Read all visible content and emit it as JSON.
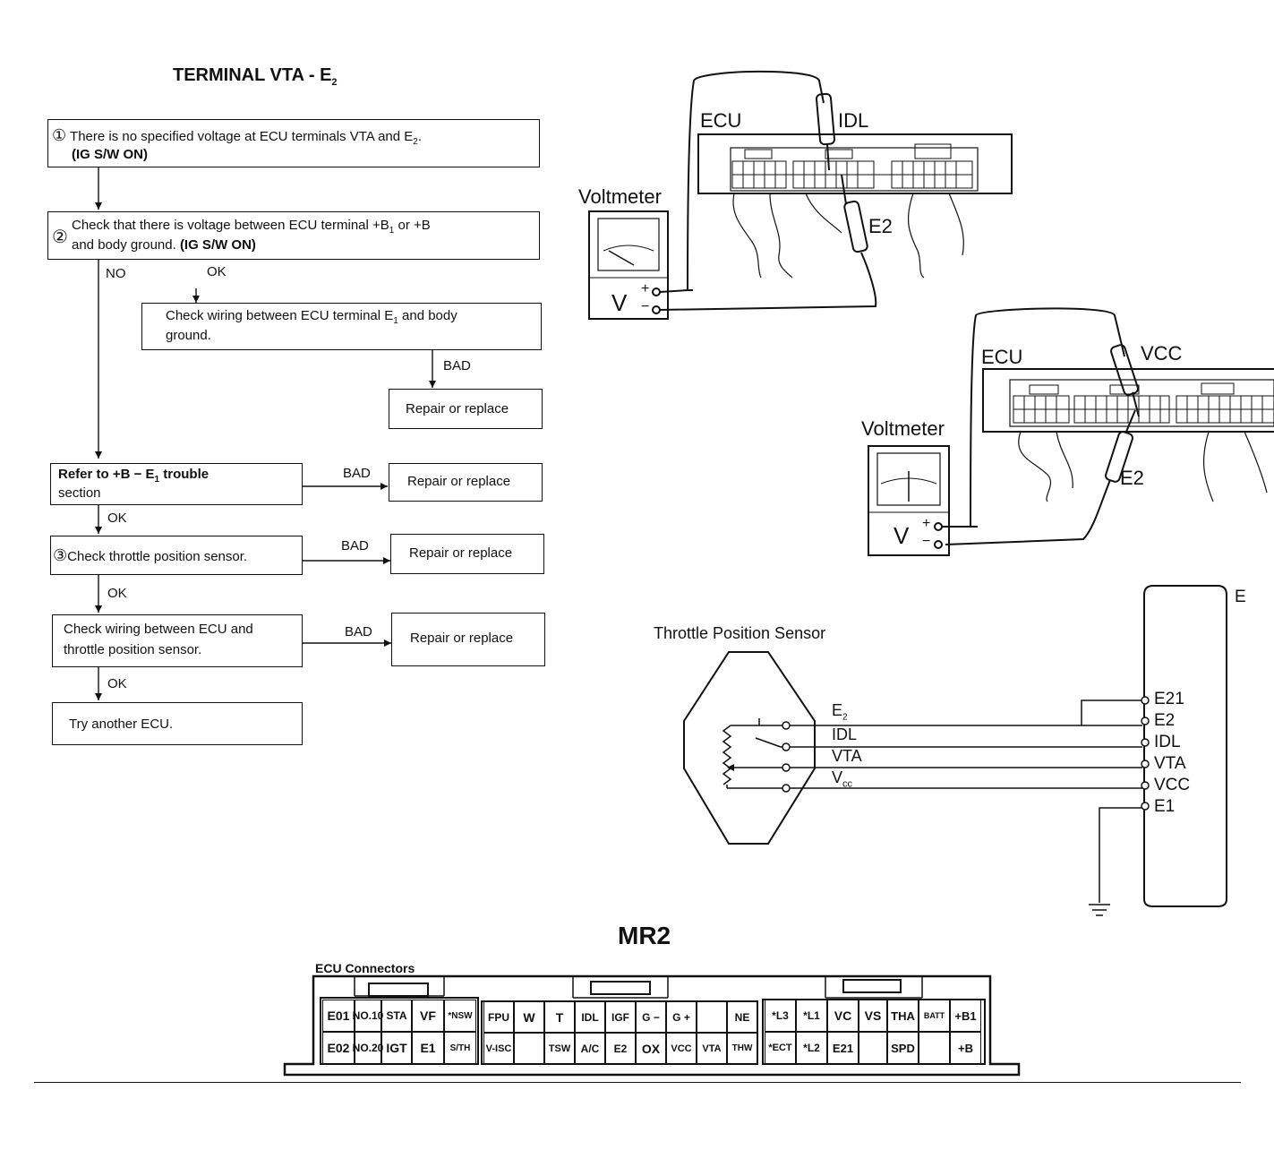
{
  "title": {
    "main": "TERMINAL VTA - E",
    "sub": "2"
  },
  "flow": {
    "step1": {
      "num": "①",
      "text": "There is no specified voltage at ECU terminals VTA and E",
      "sub": "2",
      "end": ".",
      "cond": "(IG S/W ON)"
    },
    "step2": {
      "num": "②",
      "line1": "Check that there is voltage between ECU terminal +B",
      "sub": "1",
      "line1b": " or +B",
      "line2": "and body ground.",
      "cond": "(IG S/W ON)"
    },
    "no_label": "NO",
    "ok_label": "OK",
    "bad_label": "BAD",
    "check_e1": {
      "line1": "Check wiring between ECU terminal E",
      "sub": "1",
      "line1b": " and body",
      "line2": "ground."
    },
    "repair": "Repair or replace",
    "refer": {
      "line1": "Refer to +B − E",
      "sub": "1",
      "line1b": " trouble",
      "line2": "section"
    },
    "step3": {
      "num": "③",
      "text": "Check throttle position sensor."
    },
    "check_wiring": {
      "line1": "Check wiring between ECU and",
      "line2": "throttle position sensor."
    },
    "try_ecu": "Try another ECU."
  },
  "meter1": {
    "ecu": "ECU",
    "probe_top": "IDL",
    "probe_bottom": "E2",
    "voltmeter": "Voltmeter",
    "v": "V",
    "plus": "+",
    "minus": "−"
  },
  "meter2": {
    "ecu": "ECU",
    "probe_top": "VCC",
    "probe_bottom": "E2",
    "voltmeter": "Voltmeter",
    "v": "V",
    "plus": "+",
    "minus": "−"
  },
  "schematic": {
    "sensor_label": "Throttle Position Sensor",
    "wires": [
      {
        "label": "E",
        "sub": "2"
      },
      {
        "label": "IDL",
        "sub": ""
      },
      {
        "label": "VTA",
        "sub": ""
      },
      {
        "label": "V",
        "sub": "cc"
      }
    ],
    "ecu_terminals": [
      "E21",
      "E2",
      "IDL",
      "VTA",
      "VCC",
      "E1"
    ],
    "ecu_edge": "E"
  },
  "connector": {
    "model": "MR2",
    "label": "ECU Connectors",
    "left_top": [
      "E01",
      "NO.10",
      "STA",
      "VF",
      "*NSW"
    ],
    "left_bottom": [
      "E02",
      "NO.20",
      "IGT",
      "E1",
      "S/TH"
    ],
    "mid_top": [
      "FPU",
      "W",
      "T",
      "IDL",
      "IGF",
      "G −",
      "G +",
      "",
      "NE"
    ],
    "mid_bottom": [
      "V-ISC",
      "",
      "TSW",
      "A/C",
      "E2",
      "OX",
      "VCC",
      "VTA",
      "THW"
    ],
    "right_top": [
      "*L3",
      "*L1",
      "VC",
      "VS",
      "THA",
      "BATT",
      "+B1"
    ],
    "right_bottom": [
      "*ECT",
      "*L2",
      "E21",
      "",
      "SPD",
      "",
      "+B"
    ]
  }
}
